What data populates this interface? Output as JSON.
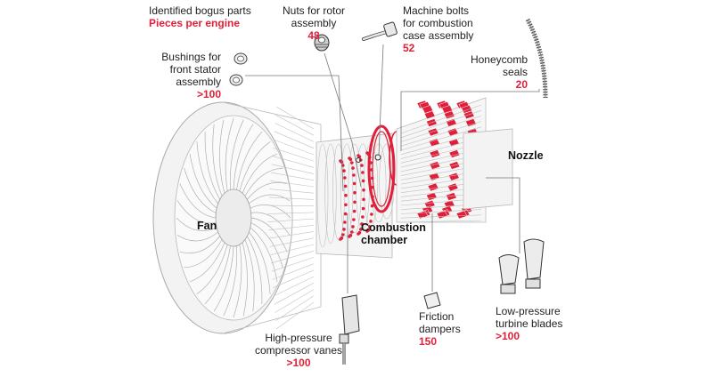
{
  "legend": {
    "title": "Identified bogus parts",
    "subtitle": "Pieces per engine"
  },
  "colors": {
    "accent": "#e0203a",
    "line": "#9a9a9a",
    "engine_fill": "#f1f1f1"
  },
  "parts": {
    "nuts": {
      "label_1": "Nuts for rotor",
      "label_2": "assembly",
      "count": "48"
    },
    "bolts": {
      "label_1": "Machine bolts",
      "label_2": "for combustion",
      "label_3": "case assembly",
      "count": "52"
    },
    "bushings": {
      "label_1": "Bushings for",
      "label_2": "front stator",
      "label_3": "assembly",
      "count": ">100"
    },
    "seals": {
      "label_1": "Honeycomb",
      "label_2": "seals",
      "count": "20"
    },
    "vanes": {
      "label_1": "High-pressure",
      "label_2": "compressor vanes",
      "count": ">100"
    },
    "dampers": {
      "label_1": "Friction",
      "label_2": "dampers",
      "count": "150"
    },
    "blades": {
      "label_1": "Low-pressure",
      "label_2": "turbine blades",
      "count": ">100"
    }
  },
  "sections": {
    "fan": "Fan",
    "combustion_1": "Combustion",
    "combustion_2": "chamber",
    "nozzle": "Nozzle"
  }
}
